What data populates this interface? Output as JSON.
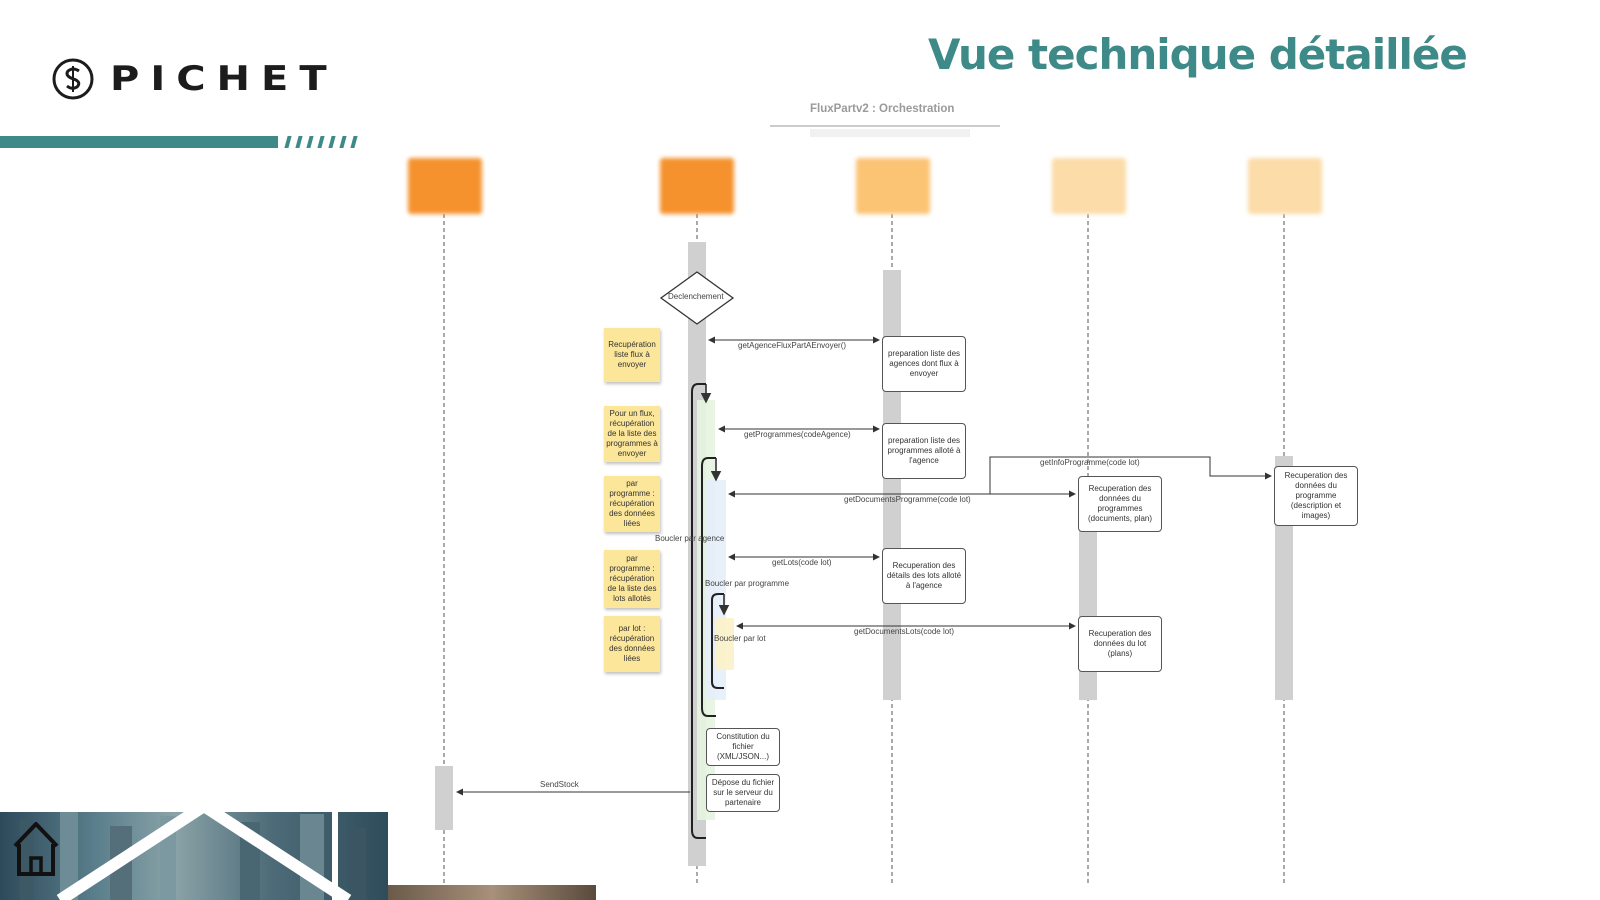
{
  "logo": {
    "brand": "PICHET",
    "icon": "picheet-s-circle-icon"
  },
  "slide": {
    "title": "Vue technique détaillée"
  },
  "diagram": {
    "title": "FluxPartv2 : Orchestration",
    "trigger": "Declenchement",
    "notes": [
      "Recupération liste flux à envoyer",
      "Pour un flux, récupération de la liste des programmes à envoyer",
      "par programme : récupération des données liées",
      "par programme : récupération de la liste des lots allotés",
      "par lot : récupération des données liées"
    ],
    "messages": {
      "m1": "getAgenceFluxPartAEnvoyer()",
      "m2": "getProgrammes(codeAgence)",
      "m3": "getInfoProgramme(code lot)",
      "m4": "getDocumentsProgramme(code lot)",
      "m5": "getLots(code lot)",
      "m6": "getDocumentsLots(code lot)",
      "m7": "SendStock"
    },
    "loops": {
      "agence": "Boucler par agence",
      "programme": "Boucler par programme",
      "lot": "Boucler par lot"
    },
    "boxes": {
      "b1": "preparation liste des agences dont flux à envoyer",
      "b2": "preparation liste des programmes alloté à l'agence",
      "b3": "Recuperation des données du programmes (documents, plan)",
      "b4": "Recuperation des données du programme (description et images)",
      "b5": "Recuperation des détails des lots alloté à l'agence",
      "b6": "Recuperation des données du lot (plans)",
      "b7": "Constitution du fichier (XML/JSON...)",
      "b8": "Dépose du fichier sur le serveur du partenaire"
    },
    "colors": {
      "head_dark": "#f5922e",
      "head_mid": "#fbc374",
      "head_light": "#fcdca8",
      "note": "#fbe69a"
    }
  }
}
